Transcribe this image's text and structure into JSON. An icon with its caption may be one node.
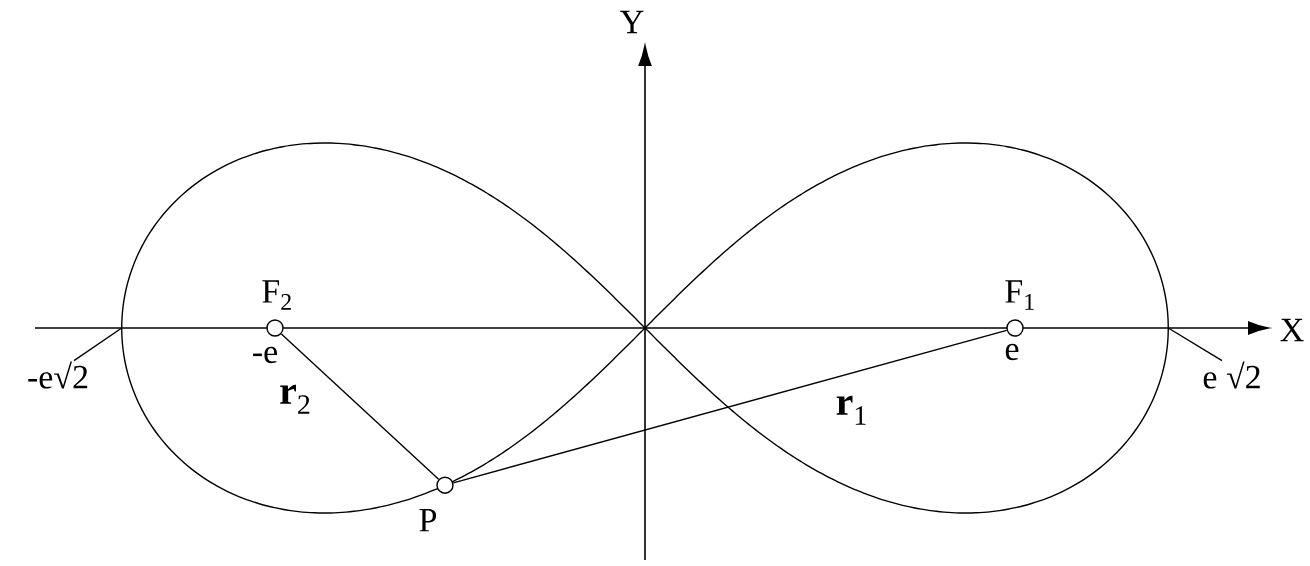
{
  "diagram": {
    "nodes": [
      {
        "text": [
          "F$_{2}$",
          "-e"
        ]
      },
      {
        "text": [
          "F$_{1}$",
          "e"
        ]
      },
      {
        "text": [
          "P"
        ]
      },
      {
        "text": [
          "-e√2"
        ]
      },
      {
        "text": [
          "e √2"
        ]
      }
    ],
    "edges": [
      {
        "from": 0,
        "to": 2,
        "arrow": "none",
        "label": "**r**$_{2}$"
      },
      {
        "from": 2,
        "to": 1,
        "arrow": "none",
        "label": "**r**$_{1}$"
      },
      {
        "from": 3,
        "to": null,
        "arrow": "none"
      },
      {
        "from": 4,
        "to": null,
        "arrow": "none"
      }
    ],
    "labels": [
      "Y",
      "X"
    ]
  }
}
